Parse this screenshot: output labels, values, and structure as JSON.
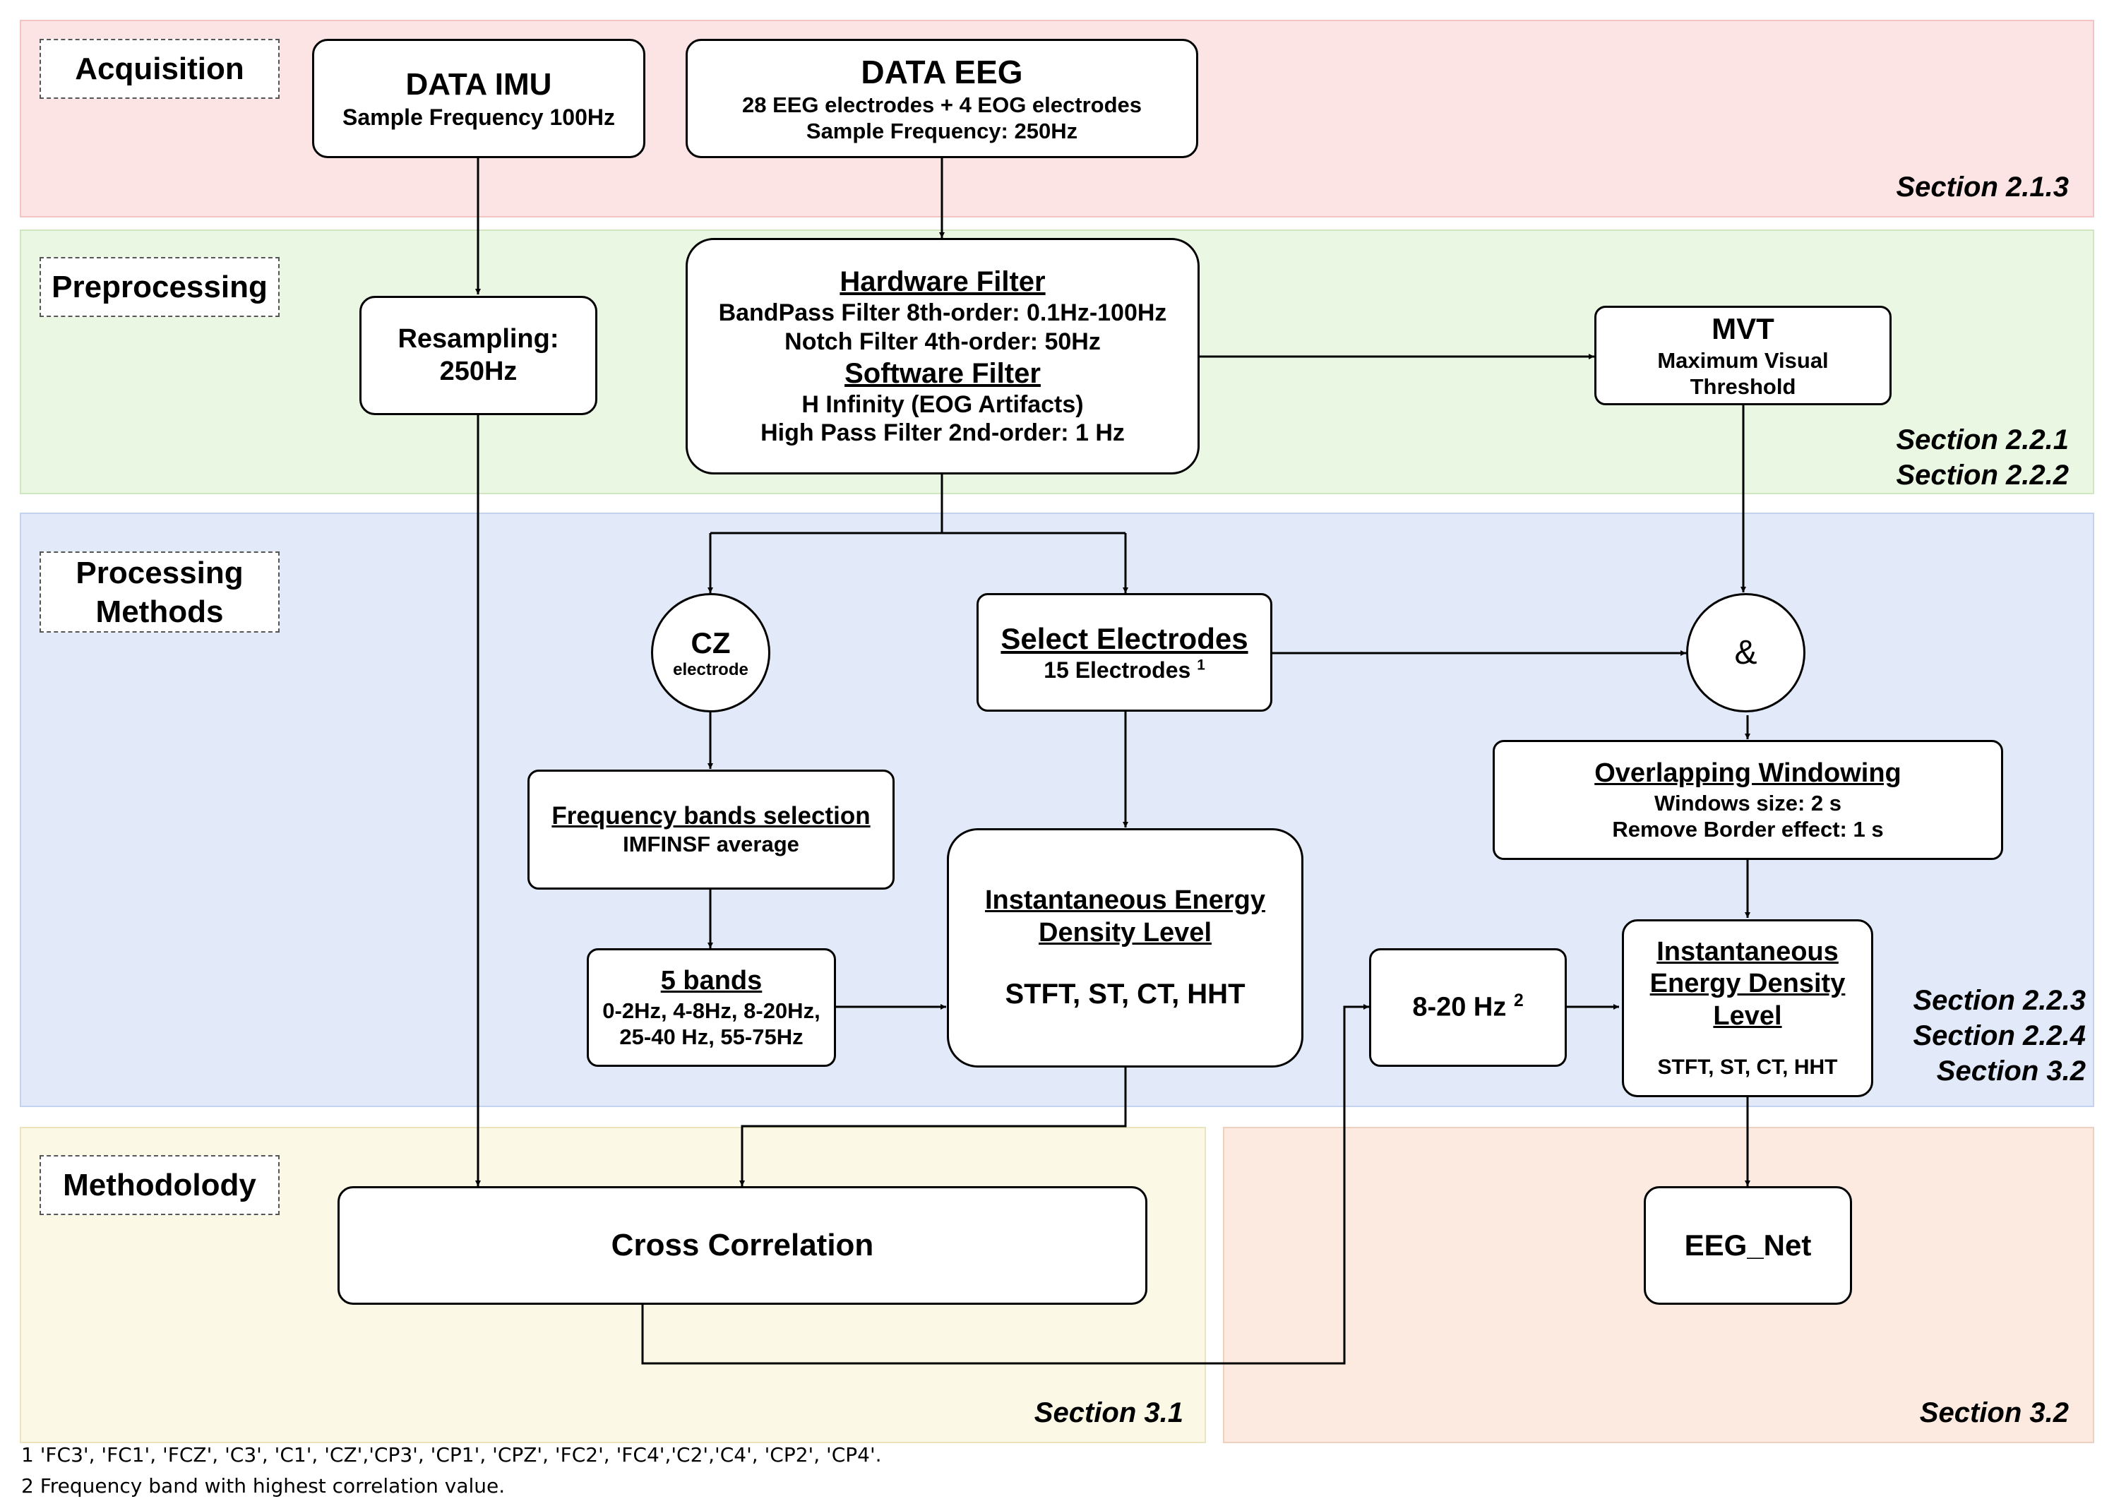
{
  "stages": {
    "acquisition": "Acquisition",
    "preprocessing": "Preprocessing",
    "processing_line1": "Processing",
    "processing_line2": "Methods",
    "methodology": "Methodolody"
  },
  "sections": {
    "acquisition": "Section 2.1.3",
    "preprocessing_1": "Section 2.2.1",
    "preprocessing_2": "Section 2.2.2",
    "processing_1": "Section 2.2.3",
    "processing_2": "Section 2.2.4",
    "processing_3": "Section 3.2",
    "methodology_left": "Section 3.1",
    "methodology_right": "Section 3.2"
  },
  "nodes": {
    "data_imu": {
      "title": "DATA IMU",
      "line1": "Sample Frequency 100Hz"
    },
    "data_eeg": {
      "title": "DATA EEG",
      "line1": "28 EEG electrodes + 4 EOG electrodes",
      "line2": "Sample Frequency: 250Hz"
    },
    "resampling": {
      "line1": "Resampling:",
      "line2": "250Hz"
    },
    "filters": {
      "hw_title": "Hardware Filter",
      "hw_line1": "BandPass Filter 8th-order: 0.1Hz-100Hz",
      "hw_line2": "Notch Filter 4th-order: 50Hz",
      "sw_title": "Software Filter",
      "sw_line1": "H Infinity (EOG Artifacts)",
      "sw_line2": "High Pass Filter 2nd-order: 1 Hz"
    },
    "mvt": {
      "title": "MVT",
      "line1": "Maximum Visual",
      "line2": "Threshold"
    },
    "cz": {
      "title": "CZ",
      "line1": "electrode"
    },
    "select_electrodes": {
      "title": "Select Electrodes",
      "line1": "15 Electrodes",
      "sup": "1"
    },
    "and_gate": {
      "symbol": "&"
    },
    "overlapping": {
      "title": "Overlapping Windowing",
      "line1": "Windows size: 2 s",
      "line2": "Remove Border effect: 1 s"
    },
    "freq_bands": {
      "title": "Frequency bands selection",
      "line1": "IMFINSF average"
    },
    "five_bands": {
      "title": "5 bands",
      "line1": "0-2Hz, 4-8Hz, 8-20Hz,",
      "line2": "25-40 Hz, 55-75Hz"
    },
    "ied_center": {
      "title_line1": "Instantaneous Energy",
      "title_line2": "Density Level",
      "methods": "STFT, ST, CT, HHT"
    },
    "band_8_20": {
      "label": "8-20 Hz",
      "sup": "2"
    },
    "ied_right": {
      "title_line1": "Instantaneous",
      "title_line2": "Energy Density",
      "title_line3": "Level",
      "methods": "STFT, ST, CT, HHT"
    },
    "cross_correlation": {
      "label": "Cross Correlation"
    },
    "eeg_net": {
      "label": "EEG_Net"
    }
  },
  "footnotes": {
    "fn1": "1 'FC3', 'FC1', 'FCZ', 'C3', 'C1', 'CZ','CP3', 'CP1', 'CPZ', 'FC2', 'FC4','C2','C4', 'CP2', 'CP4'.",
    "fn2": "2 Frequency band with highest correlation value."
  },
  "colors": {
    "acquisition_band": "#fde4e4",
    "preprocessing_band": "#eaf7e2",
    "processing_band": "#e2eaf9",
    "methodology_left_band": "#fbf9e6",
    "methodology_right_band": "#fce9e0"
  }
}
